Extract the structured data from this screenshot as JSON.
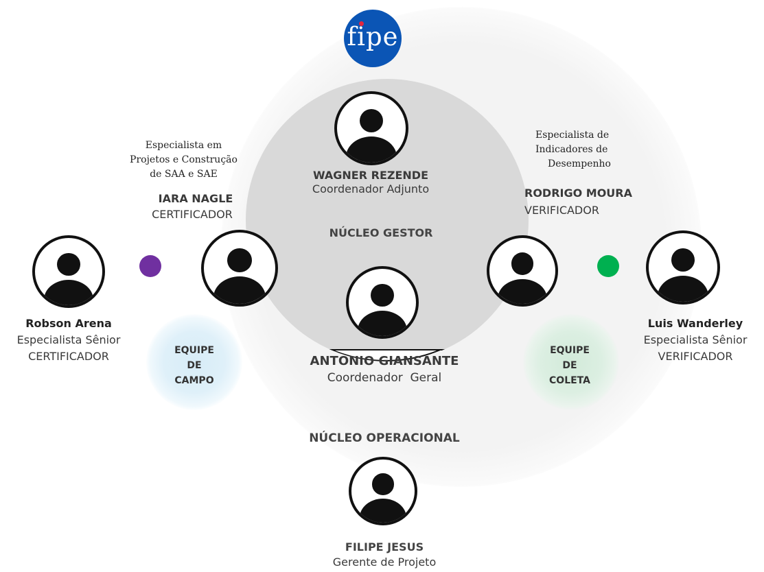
{
  "brand": {
    "logo_text": "fipe"
  },
  "colors": {
    "brand_blue": "#0b55b5",
    "certificador_dot": "#7030a0",
    "verificador_dot": "#00b050",
    "equipe_campo_bg": "#d7ecf7",
    "equipe_coleta_bg": "#d2ead9",
    "nucleo_gestor_bg": "#d9d9d9"
  },
  "sections": {
    "nucleo_gestor": "NÚCLEO GESTOR",
    "nucleo_operacional": "NÚCLEO OPERACIONAL"
  },
  "teams": {
    "campo": [
      "EQUIPE",
      "DE",
      "CAMPO"
    ],
    "coleta": [
      "EQUIPE",
      "DE",
      "COLETA"
    ]
  },
  "people": {
    "wagner": {
      "name": "WAGNER REZENDE",
      "role": "Coordenador Adjunto",
      "icon": "user-icon"
    },
    "iara": {
      "specialty": [
        "Especialista em",
        "Projetos e Construção",
        "de SAA e SAE"
      ],
      "name": "IARA NAGLE",
      "role": "CERTIFICADOR",
      "icon": "user-icon"
    },
    "rodrigo": {
      "specialty": [
        "Especialista de",
        "Indicadores de",
        "Desempenho"
      ],
      "name": "RODRIGO MOURA",
      "role": "VERIFICADOR",
      "icon": "user-icon"
    },
    "robson": {
      "name": "Robson Arena",
      "title": "Especialista Sênior",
      "role": "CERTIFICADOR",
      "icon": "user-icon"
    },
    "luis": {
      "name": "Luis Wanderley",
      "title": "Especialista Sênior",
      "role": "VERIFICADOR",
      "icon": "user-icon"
    },
    "antonio": {
      "name": "ANTONIO GIANSANTE",
      "role": "Coordenador  Geral",
      "icon": "user-icon"
    },
    "filipe": {
      "name": "FILIPE JESUS",
      "role": "Gerente de Projeto",
      "icon": "user-icon"
    }
  }
}
